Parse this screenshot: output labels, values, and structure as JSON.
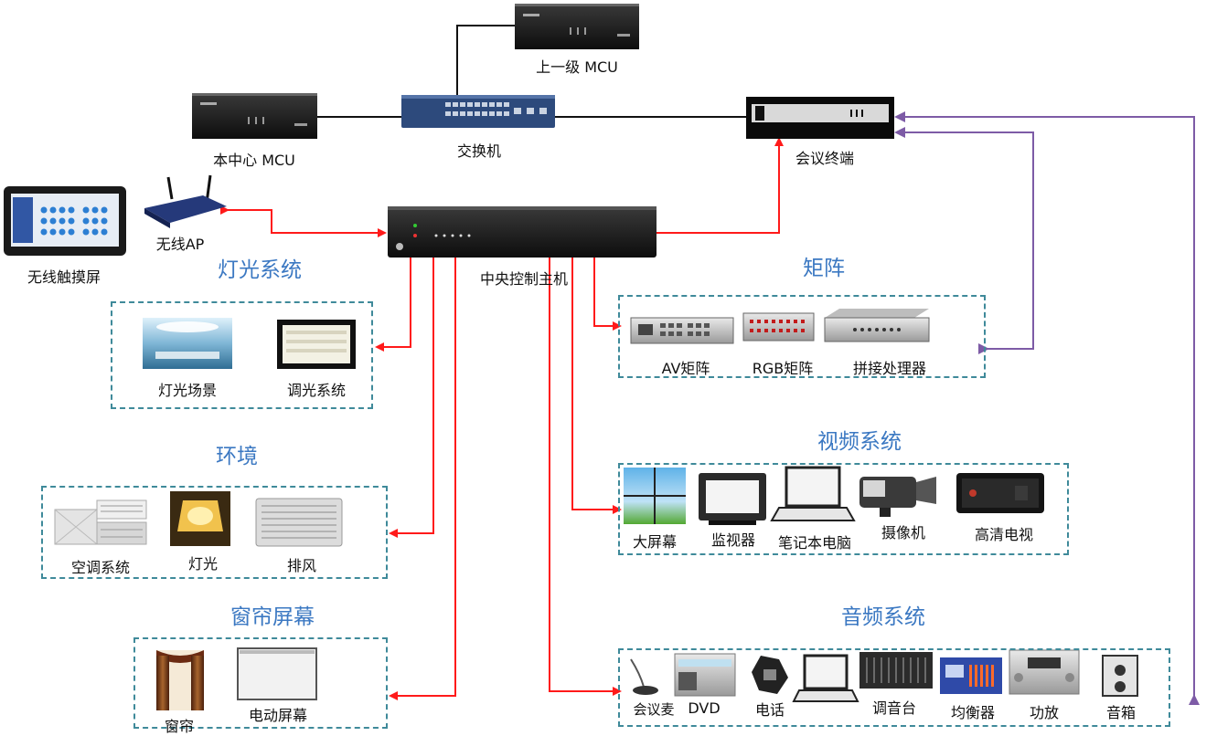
{
  "colors": {
    "control_line": "#ff1a1a",
    "network_line": "#111111",
    "link_line": "#7d5ba6",
    "section_title": "#3b78c2",
    "group_border": "#3f8a9a"
  },
  "network": {
    "upper_mcu": "上一级 MCU",
    "local_mcu": "本中心 MCU",
    "switch": "交换机",
    "conference_terminal": "会议终端"
  },
  "control": {
    "wireless_touch_screen": "无线触摸屏",
    "wireless_ap": "无线AP",
    "central_controller": "中央控制主机"
  },
  "sections": {
    "lighting": {
      "title": "灯光系统",
      "items": [
        "灯光场景",
        "调光系统"
      ]
    },
    "environment": {
      "title": "环境",
      "items": [
        "空调系统",
        "灯光",
        "排风"
      ]
    },
    "curtain_screen": {
      "title": "窗帘屏幕",
      "items": [
        "窗帘",
        "电动屏幕"
      ]
    },
    "matrix": {
      "title": "矩阵",
      "items": [
        "AV矩阵",
        "RGB矩阵",
        "拼接处理器"
      ]
    },
    "video": {
      "title": "视频系统",
      "items": [
        "大屏幕",
        "监视器",
        "笔记本电脑",
        "摄像机",
        "高清电视"
      ]
    },
    "audio": {
      "title": "音频系统",
      "items": [
        "会议麦",
        "DVD",
        "电话",
        "调音台",
        "均衡器",
        "功放",
        "音箱"
      ]
    }
  }
}
